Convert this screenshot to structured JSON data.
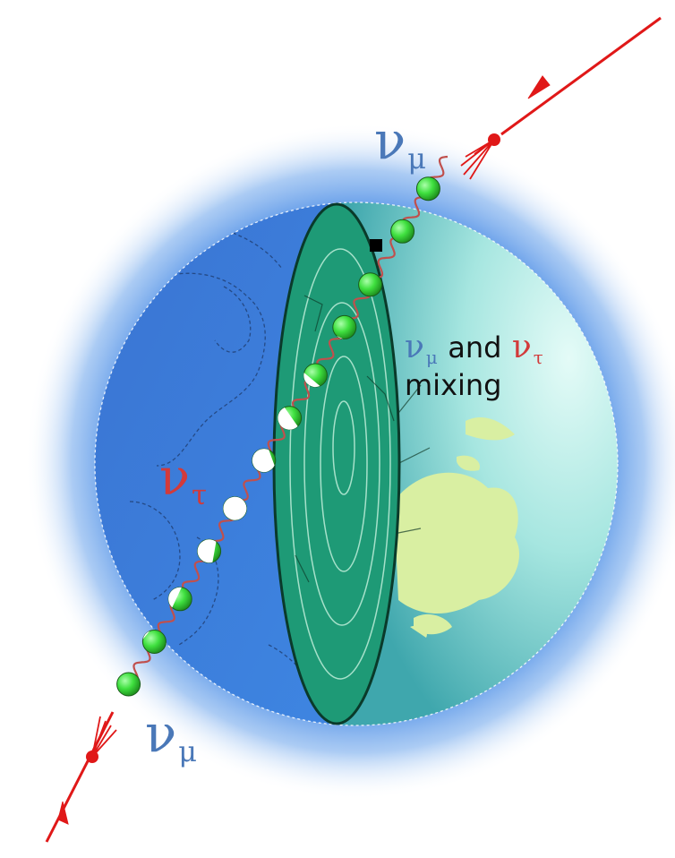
{
  "colors": {
    "nu_mu": "#4a78b8",
    "nu_tau": "#d23a3a",
    "halo": "#4f8fe6",
    "ocean_left": "#3d7fdc",
    "ocean_right": "#9ee0dd",
    "core": "#1e9a76",
    "land": "#d9efa2",
    "particle_green": "#3fe03f",
    "wave": "#c0504d",
    "arrow": "#e01818",
    "text": "#111111"
  },
  "labels": {
    "top_nu": "ν",
    "top_sub": "μ",
    "bottom_nu": "ν",
    "bottom_sub": "μ",
    "tau_nu": "ν",
    "tau_sub": "τ",
    "mix_nu1": "ν",
    "mix_sub1": "μ",
    "mix_and": "and",
    "mix_nu2": "ν",
    "mix_sub2": "τ",
    "mix_line2": "mixing"
  },
  "icons": {
    "incoming_arrow": "red-arrow-icon",
    "outgoing_arrow": "red-arrow-icon",
    "particle": "neutrino-ball-icon"
  }
}
